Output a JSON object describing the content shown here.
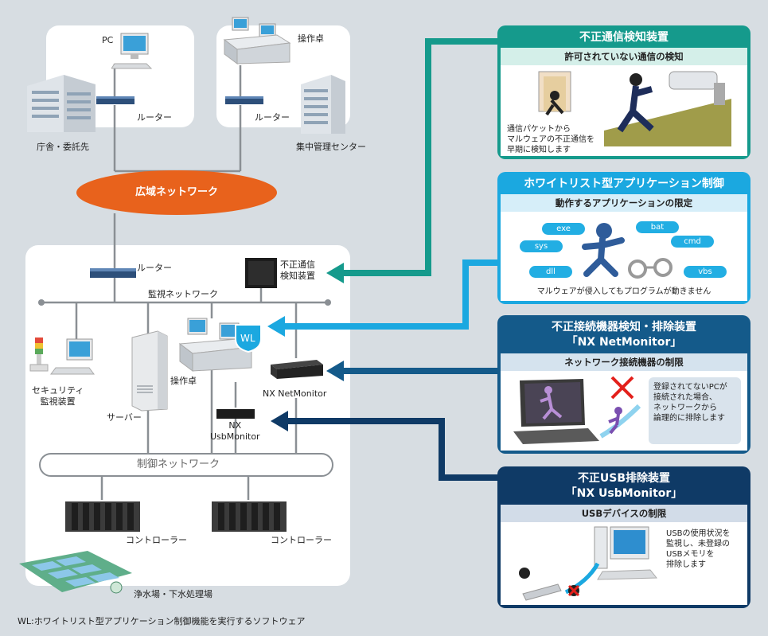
{
  "sites": {
    "gov": {
      "pc": "PC",
      "router": "ルーター",
      "building": "庁舎・委託先"
    },
    "central": {
      "console": "操作卓",
      "router": "ルーター",
      "building": "集中管理センター"
    }
  },
  "wan": "広域ネットワーク",
  "plant": {
    "router": "ルーター",
    "detector": "不正通信\n検知装置",
    "monitor_network": "監視ネットワーク",
    "security": "セキュリティ\n監視装置",
    "server": "サーバー",
    "console": "操作卓",
    "wl_badge": "WL",
    "netmonitor": "NX NetMonitor",
    "usbmonitor": "NX\nUsbMonitor",
    "control_network": "制御ネットワーク",
    "controller1": "コントローラー",
    "controller2": "コントローラー",
    "facility": "浄水場・下水処理場"
  },
  "footnote": "WL:ホワイトリスト型アプリケーション制御機能を実行するソフトウェア",
  "cards": [
    {
      "title": "不正通信検知装置",
      "subtitle": "許可されていない通信の検知",
      "note": "通信パケットから\nマルウェアの不正通信を\n早期に検知します"
    },
    {
      "title": "ホワイトリスト型アプリケーション制御",
      "subtitle": "動作するアプリケーションの限定",
      "note": "マルウェアが侵入してもプログラムが動きません",
      "tags": [
        "exe",
        "bat",
        "sys",
        "cmd",
        "dll",
        "vbs"
      ]
    },
    {
      "title": "不正接続機器検知・排除装置\n「NX NetMonitor」",
      "subtitle": "ネットワーク接続機器の制限",
      "note": "登録されてないPCが\n接続された場合、\nネットワークから\n論理的に排除します"
    },
    {
      "title": "不正USB排除装置\n「NX UsbMonitor」",
      "subtitle": "USBデバイスの制限",
      "note": "USBの使用状況を\n監視し、未登録の\nUSBメモリを\n排除します"
    }
  ],
  "colors": {
    "teal": "#159a8c",
    "sky": "#1ba8e0",
    "navy1": "#145a8a",
    "navy2": "#0f3a66",
    "wan": "#e8621c"
  }
}
